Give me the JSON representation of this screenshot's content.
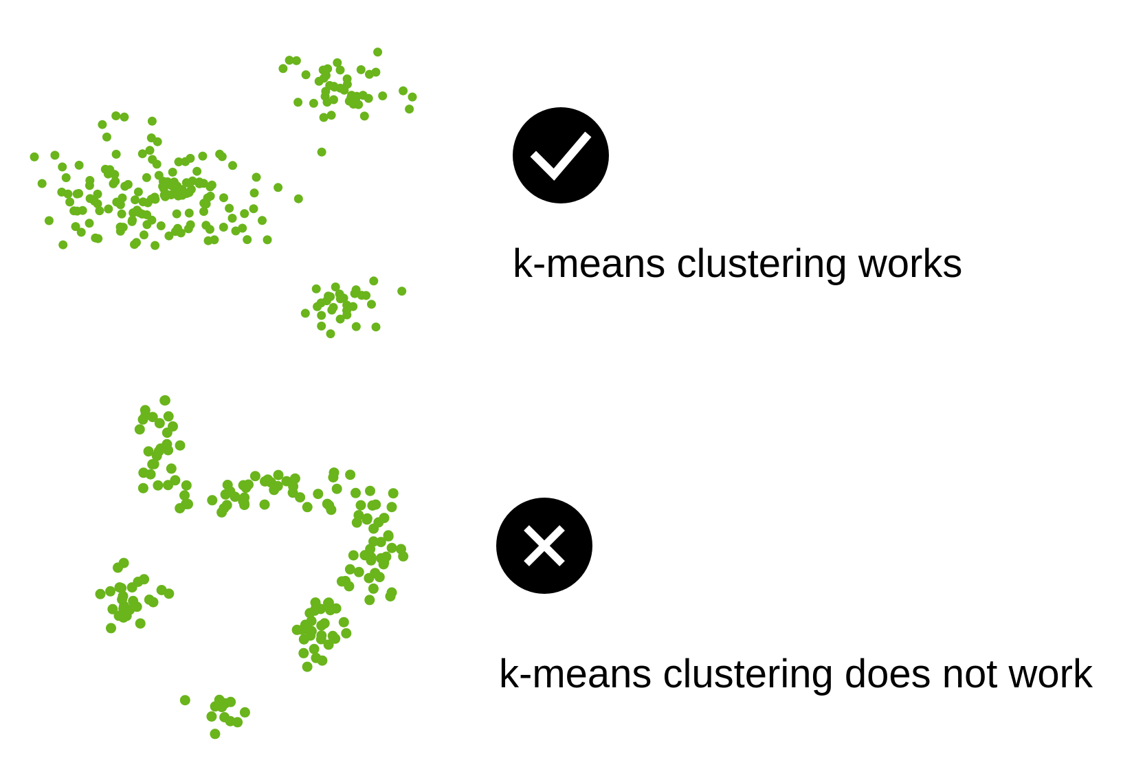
{
  "colors": {
    "dot": "#6ab41c",
    "badge_fill": "#000000",
    "badge_mark": "#ffffff",
    "background": "#ffffff"
  },
  "examples": [
    {
      "caption": "k-means clustering works",
      "icon": "check-icon",
      "verdict": "works"
    },
    {
      "caption": "k-means clustering does not work",
      "icon": "cross-icon",
      "verdict": "does not work"
    }
  ]
}
